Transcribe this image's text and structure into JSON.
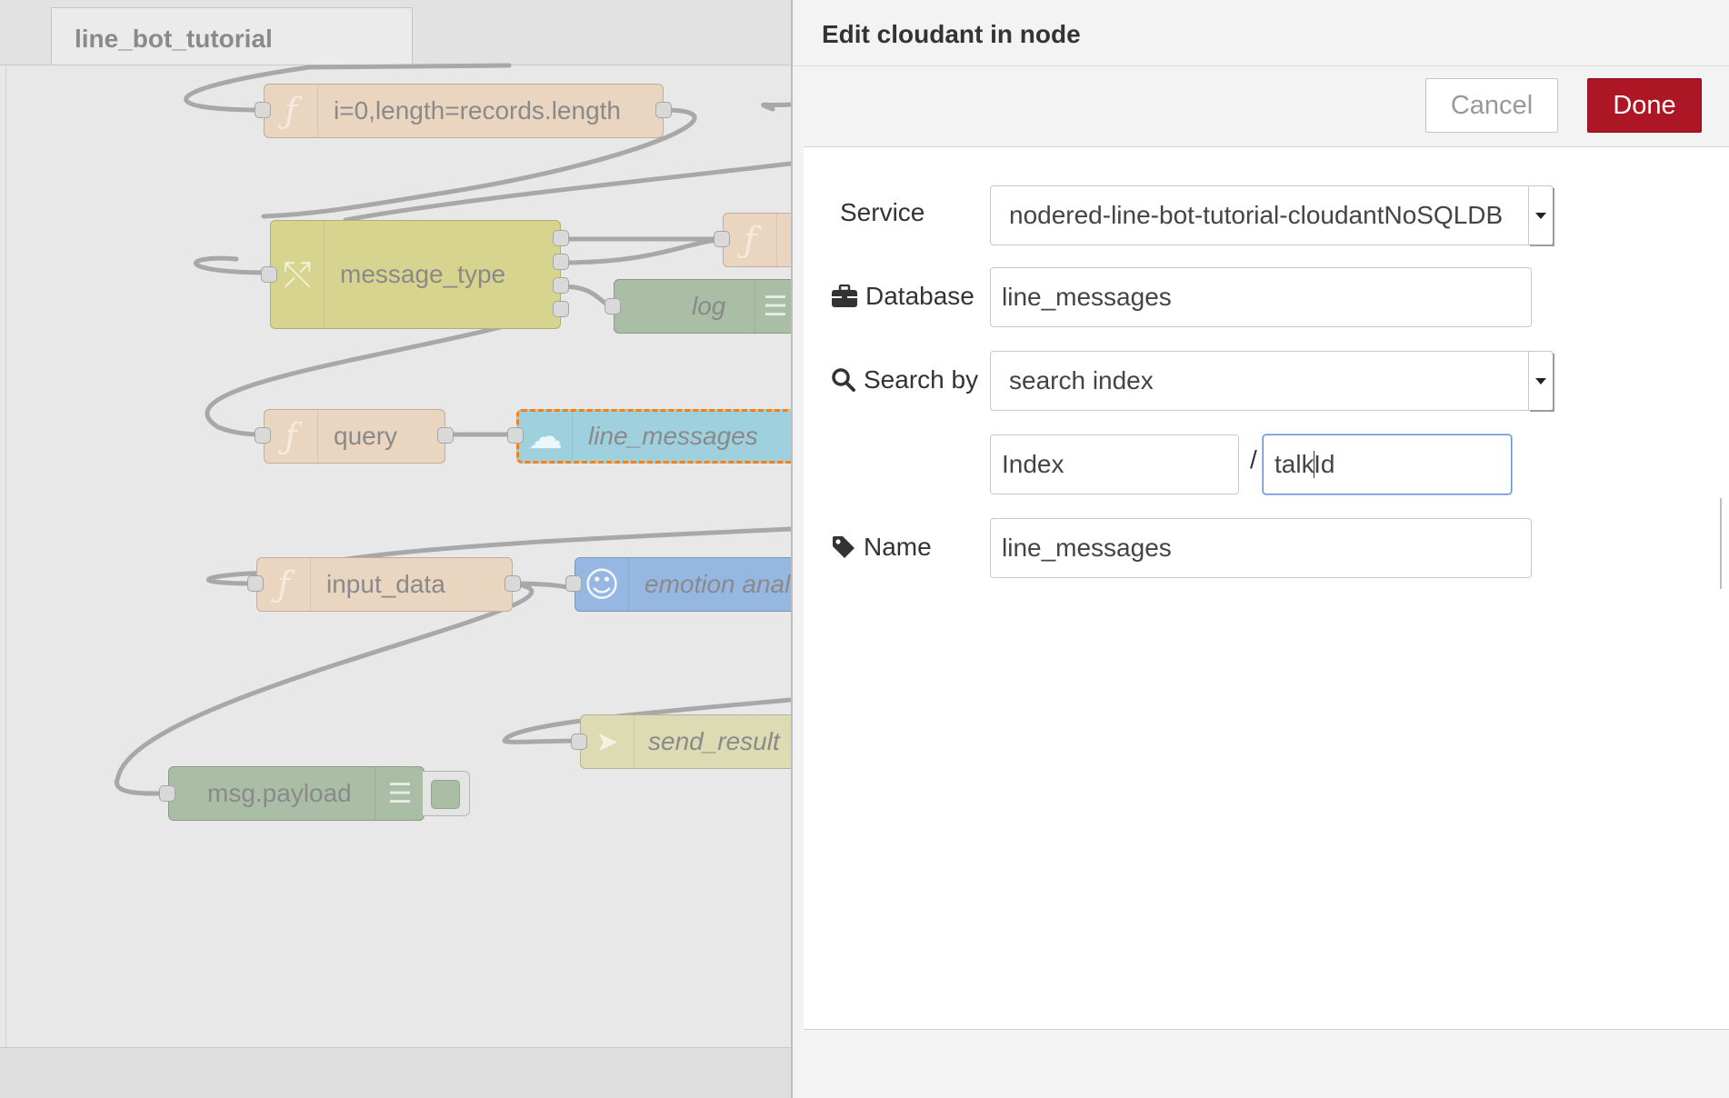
{
  "workspace": {
    "tab_label": "line_bot_tutorial",
    "nodes": {
      "func_loop": "i=0,length=records.length",
      "switch": "message_type",
      "log": "log",
      "query": "query",
      "cloudant": "line_messages",
      "input_data": "input_data",
      "emotion": "emotion anal",
      "send_result": "send_result",
      "payload": "msg.payload"
    },
    "function_glyph": "ƒ"
  },
  "editor": {
    "title": "Edit cloudant in node",
    "cancel_label": "Cancel",
    "done_label": "Done",
    "service": {
      "label": "Service",
      "value": "nodered-line-bot-tutorial-cloudantNoSQLDB"
    },
    "database": {
      "label": "Database",
      "value": "line_messages"
    },
    "search_by": {
      "label": "Search by",
      "value": "search index"
    },
    "index": {
      "value": "Index",
      "separator": "/",
      "talk_value_before_cursor": "talk",
      "talk_value_after_cursor": "Id"
    },
    "name": {
      "label": "Name",
      "value": "line_messages"
    }
  },
  "colors": {
    "done_button": "#ad1625",
    "function_node": "#ead5c1",
    "switch_node": "#d7d48f",
    "debug_node": "#a9bea5",
    "cloudant_node": "#9fd0de",
    "emotion_node": "#95b7e2",
    "selected_outline": "#ff7f0e"
  },
  "icons": [
    "function-icon",
    "switch-icon",
    "list-icon",
    "cloud-icon",
    "emotion-icon",
    "send-icon",
    "briefcase-icon",
    "search-icon",
    "tag-icon",
    "chevron-down-icon"
  ]
}
